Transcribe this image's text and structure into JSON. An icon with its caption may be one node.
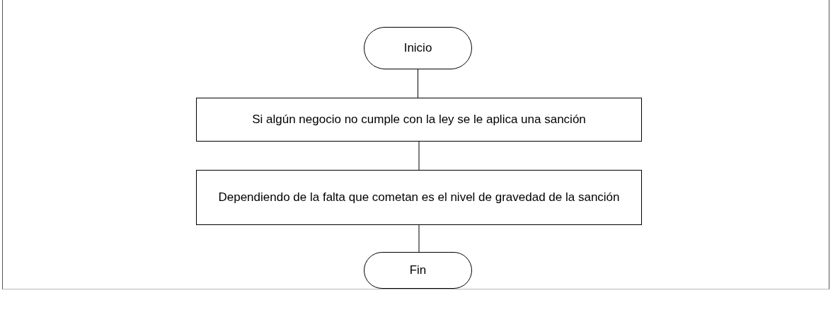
{
  "diagram": {
    "nodes": [
      {
        "text": [
          "Inicio"
        ]
      },
      {
        "text": [
          "Si algún negocio no cumple con la ley se le aplica una sanción"
        ]
      },
      {
        "text": [
          "Dependiendo de la falta que cometan es el nivel de gravedad de la sanción"
        ]
      },
      {
        "text": [
          "Fin"
        ]
      }
    ],
    "edges": [
      {
        "from": 0,
        "to": 1,
        "arrow": "none"
      },
      {
        "from": 1,
        "to": 2,
        "arrow": "none"
      },
      {
        "from": 2,
        "to": 3,
        "arrow": "none"
      }
    ]
  }
}
